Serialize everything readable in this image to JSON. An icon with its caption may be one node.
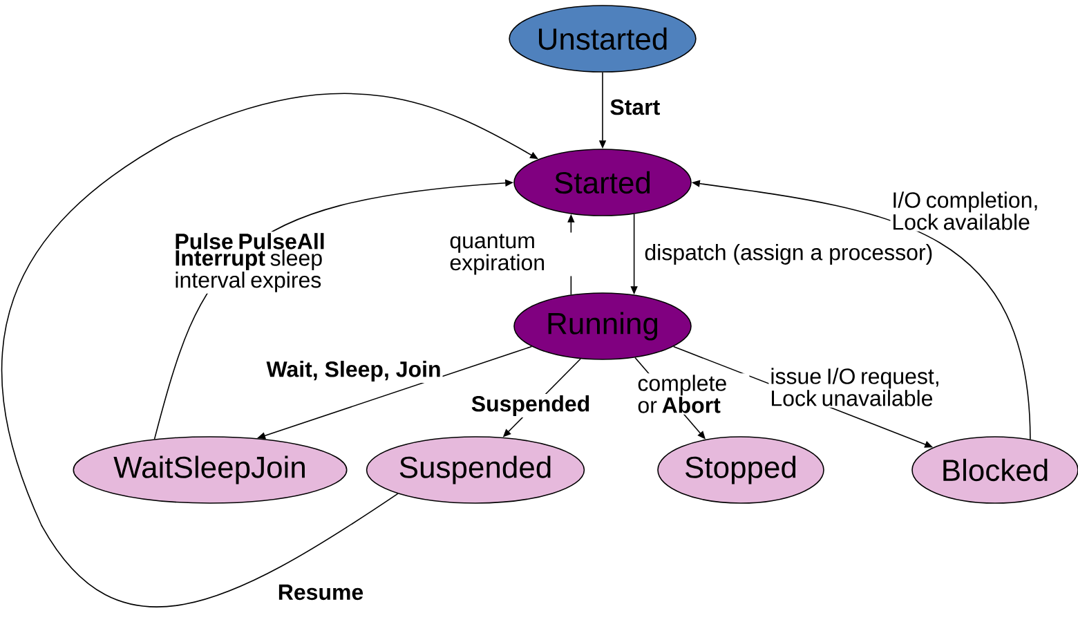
{
  "diagram": {
    "nodes": [
      {
        "text": [
          "Unstarted"
        ]
      },
      {
        "text": [
          "Started"
        ]
      },
      {
        "text": [
          "Running"
        ]
      },
      {
        "text": [
          "WaitSleepJoin"
        ]
      },
      {
        "text": [
          "Suspended"
        ]
      },
      {
        "text": [
          "Stopped"
        ]
      },
      {
        "text": [
          "Blocked"
        ]
      }
    ],
    "edges": [
      {
        "from": 0,
        "to": 1,
        "arrow": "to",
        "label": "**Start**"
      },
      {
        "from": 1,
        "to": 2,
        "arrow": "to",
        "label": "dispatch (assign a processor)"
      },
      {
        "from": 2,
        "to": 1,
        "arrow": "to",
        "label": "quantum expiration"
      },
      {
        "from": 2,
        "to": 3,
        "arrow": "to",
        "label": "**Wait, Sleep, Join**"
      },
      {
        "from": 2,
        "to": 4,
        "arrow": "to",
        "label": "**Suspended**"
      },
      {
        "from": 2,
        "to": 5,
        "arrow": "to",
        "label": "complete or **Abort**"
      },
      {
        "from": 2,
        "to": 6,
        "arrow": "to",
        "label": "issue I/O request, Lock unavailable"
      },
      {
        "from": 3,
        "to": 1,
        "arrow": "to",
        "label": "**Pulse PulseAll Interrupt** sleep interval expires"
      },
      {
        "from": 6,
        "to": 1,
        "arrow": "to",
        "label": "I/O completion, Lock available"
      },
      {
        "from": 4,
        "to": 1,
        "arrow": "to",
        "label": "**Resume**"
      }
    ]
  }
}
